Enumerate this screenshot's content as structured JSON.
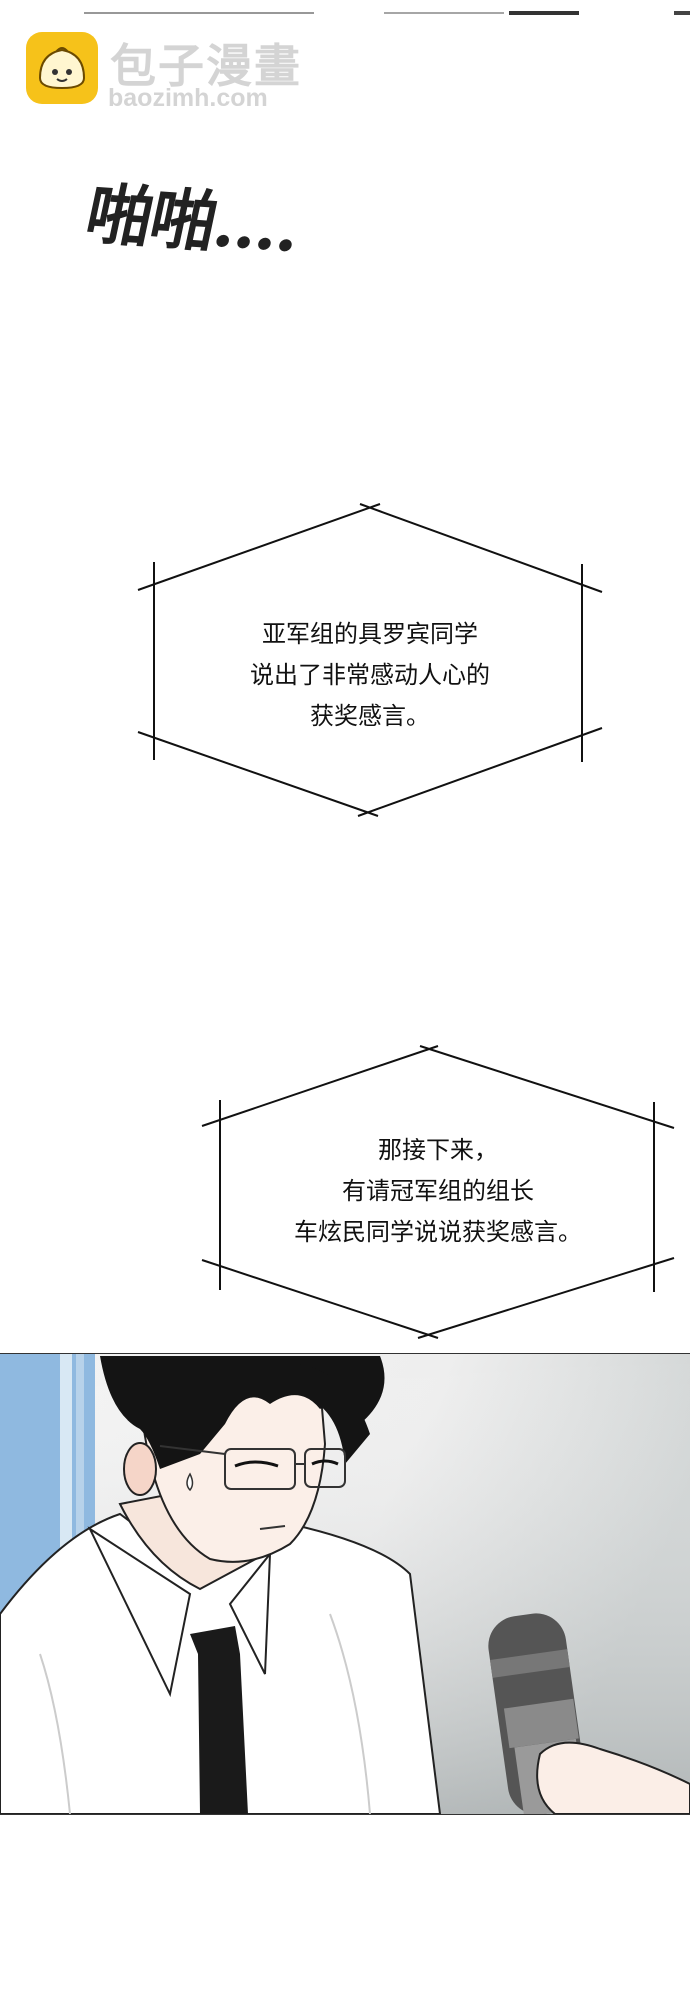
{
  "watermark": {
    "site_name": "包子漫畫",
    "site_url": "baozimh.com",
    "logo_icon": "bun-face-icon"
  },
  "sound_effect": "啪啪....",
  "speech_bubbles": [
    {
      "lines": [
        "亚军组的具罗宾同学",
        "说出了非常感动人心的",
        "获奖感言。"
      ]
    },
    {
      "lines": [
        "那接下来，",
        "有请冠军组的组长",
        "车炫民同学说说获奖感言。"
      ]
    }
  ],
  "panel": {
    "scene": "man-in-glasses-facing-microphone",
    "colors": {
      "window": "#8fb9e0",
      "shirt": "#ffffff",
      "tie": "#1a1a1a",
      "hair": "#141414",
      "microphone": "#555555"
    }
  }
}
